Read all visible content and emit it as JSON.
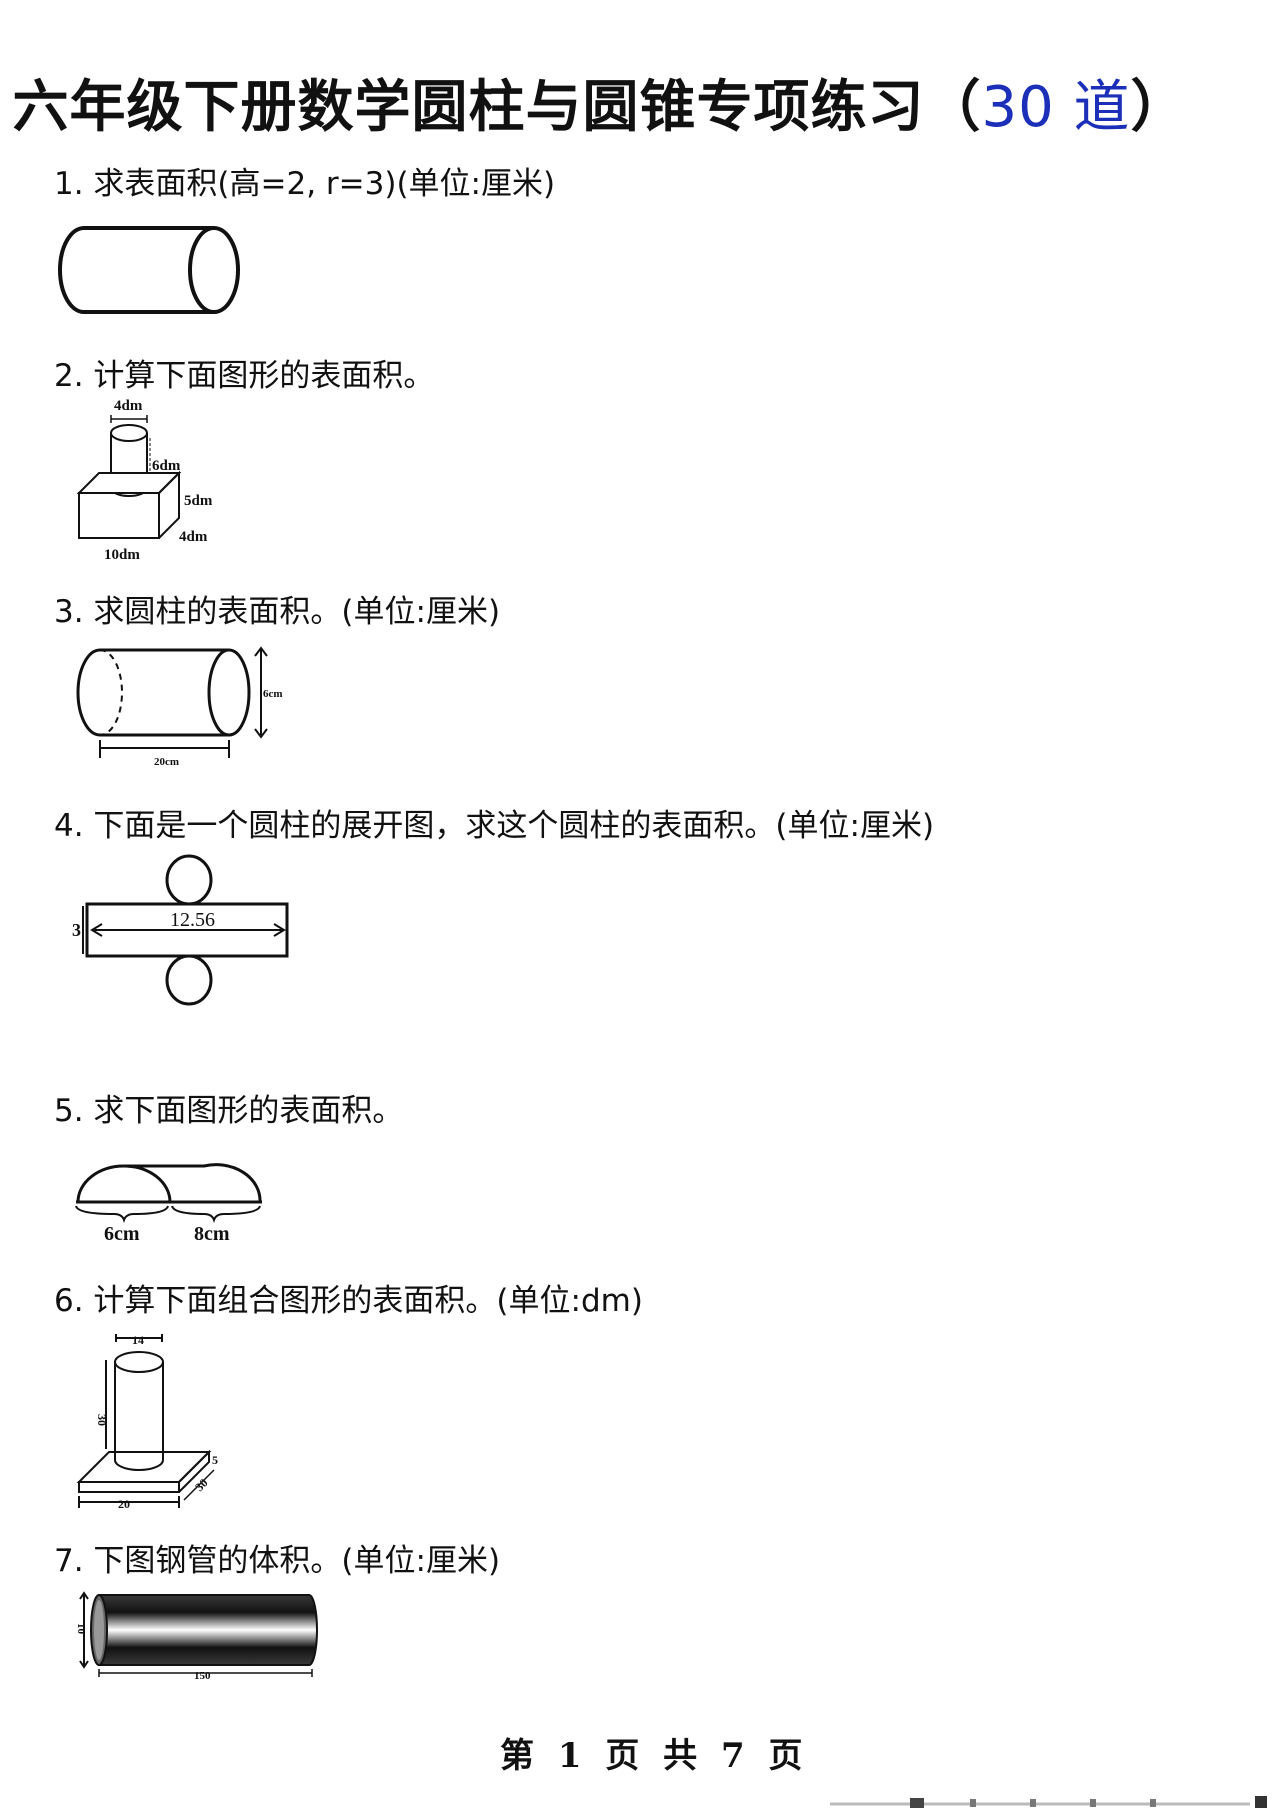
{
  "title": {
    "main": "六年级下册数学圆柱与圆锥专项练习",
    "open": "（",
    "count": "30 道",
    "close": "）"
  },
  "questions": [
    {
      "text": "1. 求表面积(高=2, r=3)(单位:厘米)"
    },
    {
      "text": "2. 计算下面图形的表面积。"
    },
    {
      "text": "3. 求圆柱的表面积。(单位:厘米)"
    },
    {
      "text": "4. 下面是一个圆柱的展开图，求这个圆柱的表面积。(单位:厘米)"
    },
    {
      "text": "5. 求下面图形的表面积。"
    },
    {
      "text": "6. 计算下面组合图形的表面积。(单位:dm)"
    },
    {
      "text": "7. 下图钢管的体积。(单位:厘米)"
    }
  ],
  "figures": {
    "fig2": {
      "top": "4dm",
      "height": "6dm",
      "box_h": "5dm",
      "box_w": "10dm",
      "box_d": "4dm"
    },
    "fig3": {
      "height": "6cm",
      "length": "20cm"
    },
    "fig4": {
      "width": "3",
      "length": "12.56"
    },
    "fig5": {
      "left": "6cm",
      "right": "8cm"
    },
    "fig6": {
      "top": "14",
      "height": "30",
      "base_h": "5",
      "base_w": "20",
      "base_d": "30"
    },
    "fig7": {
      "dia": "10",
      "length": "150"
    }
  },
  "footer": {
    "text": "第 1 页 共 7 页"
  }
}
